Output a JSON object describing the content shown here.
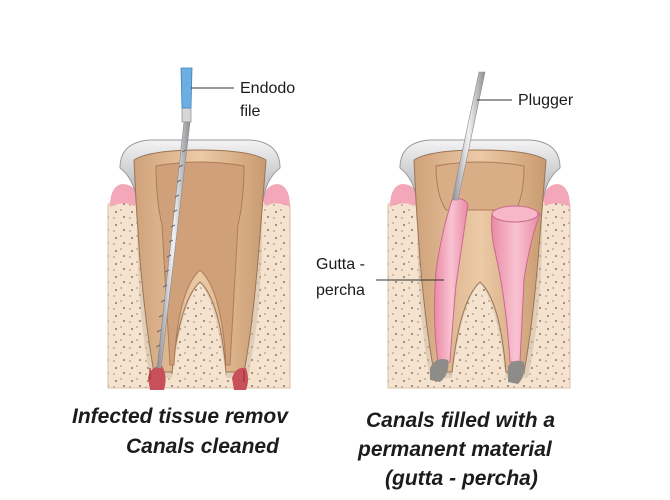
{
  "left_panel": {
    "tool_label_line1": "Endodo",
    "tool_label_line2": "file",
    "caption_line1": "Infected tissue remov",
    "caption_line2": "Canals cleaned"
  },
  "right_panel": {
    "tool_label": "Plugger",
    "filler_label_line1": "Gutta -",
    "filler_label_line2": "percha",
    "caption_line1": "Canals filled with a",
    "caption_line2": "permanent material",
    "caption_line3": "(gutta - percha)"
  },
  "colors": {
    "bone": "#f6e3cf",
    "gum": "#f3a7b8",
    "enamel": "#d9d9db",
    "dentin": "#e2bb94",
    "pulp": "#cfa07a",
    "gutta_percha": "#f0a3b9",
    "file_handle": "#6aaee2",
    "infection": "#c8505a"
  }
}
